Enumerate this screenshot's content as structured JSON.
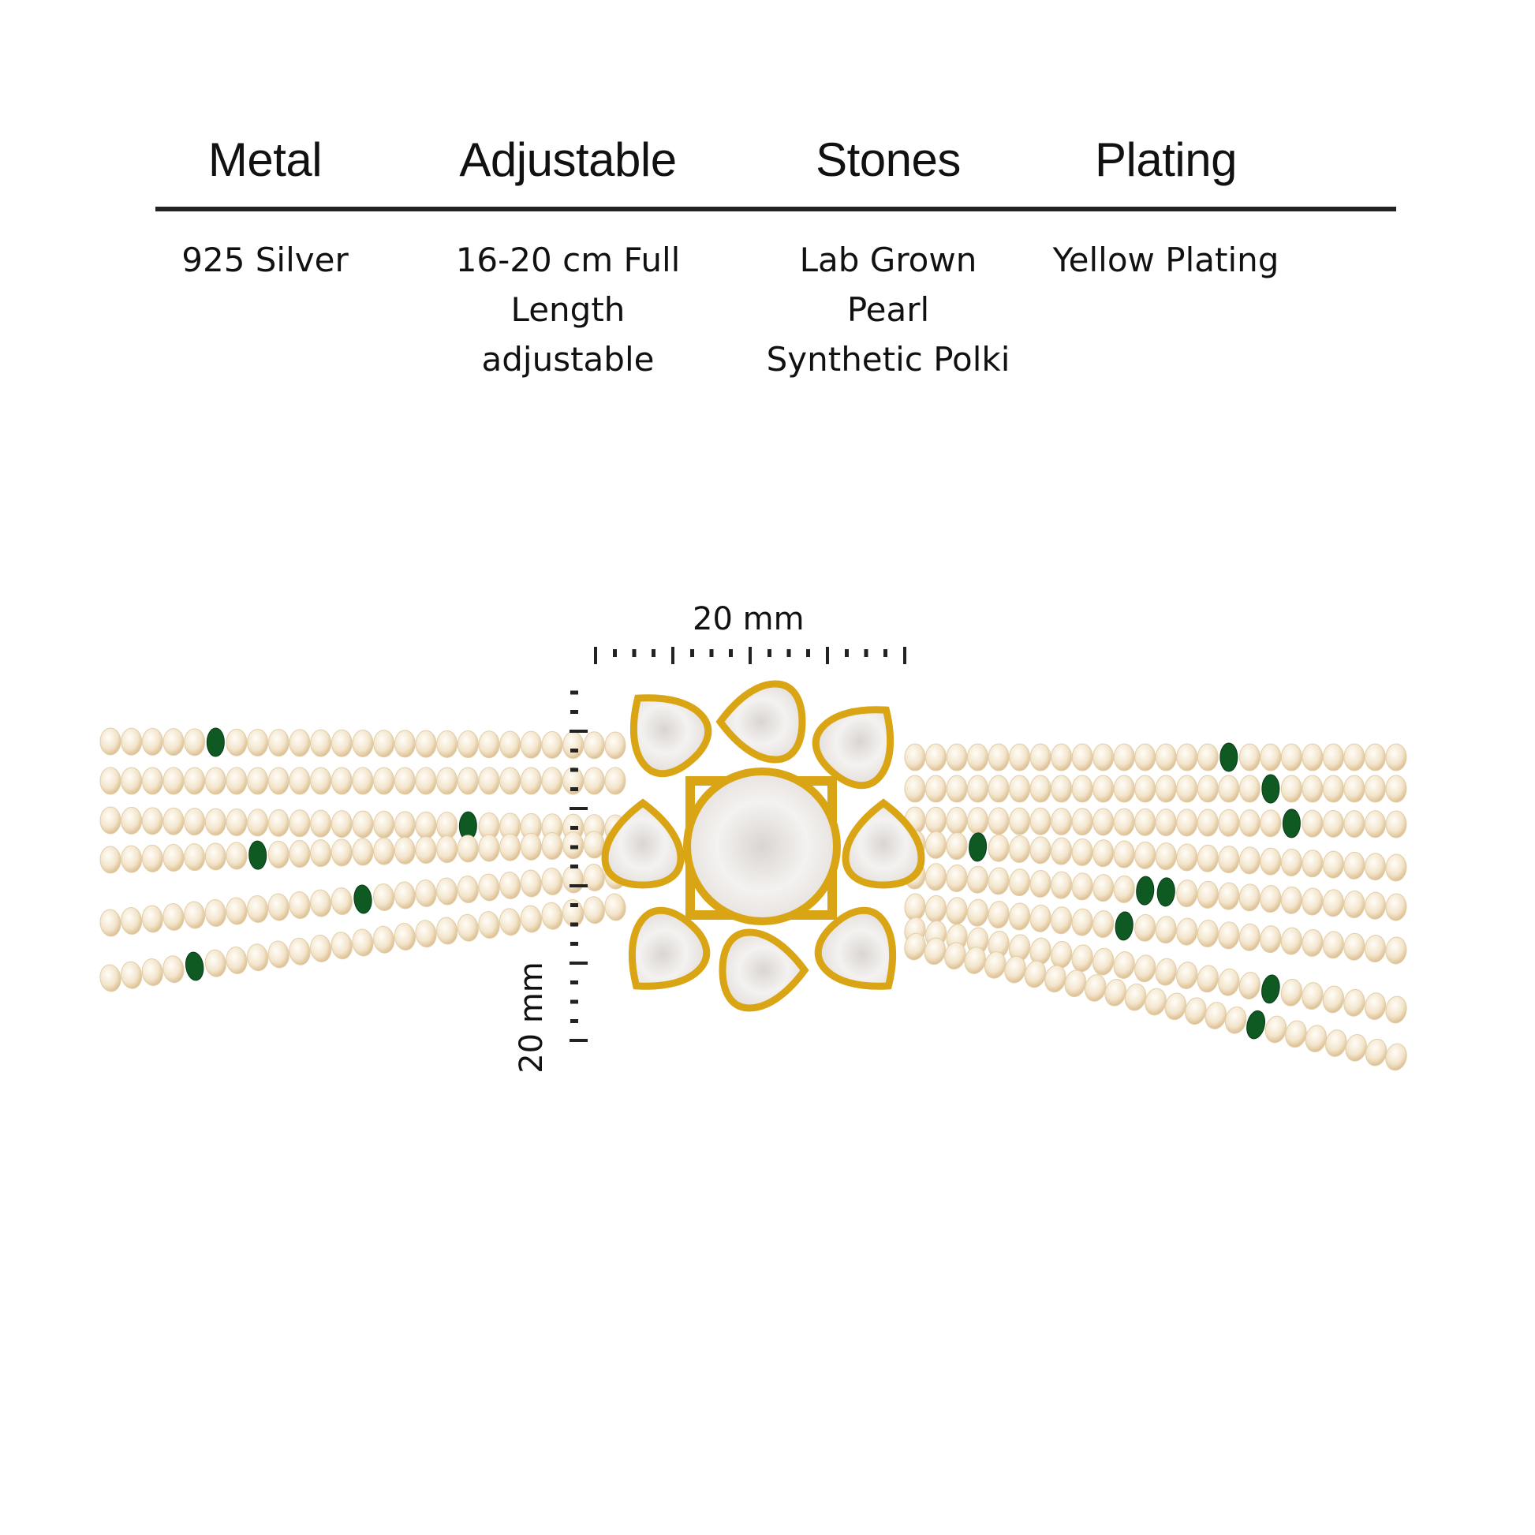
{
  "specs": {
    "headers": [
      "Metal",
      "Adjustable",
      "Stones",
      "Plating"
    ],
    "values": [
      [
        "925 Silver"
      ],
      [
        "16-20 cm Full",
        "Length",
        "adjustable"
      ],
      [
        "Lab Grown",
        "Pearl",
        "Synthetic Polki"
      ],
      [
        "Yellow Plating"
      ]
    ]
  },
  "dimensions": {
    "width_label": "20 mm",
    "height_label": "20 mm"
  },
  "colors": {
    "pearl": "#f5ead6",
    "gold": "#d9a514",
    "emerald": "#0f5a22",
    "stone": "#ece8e4"
  }
}
